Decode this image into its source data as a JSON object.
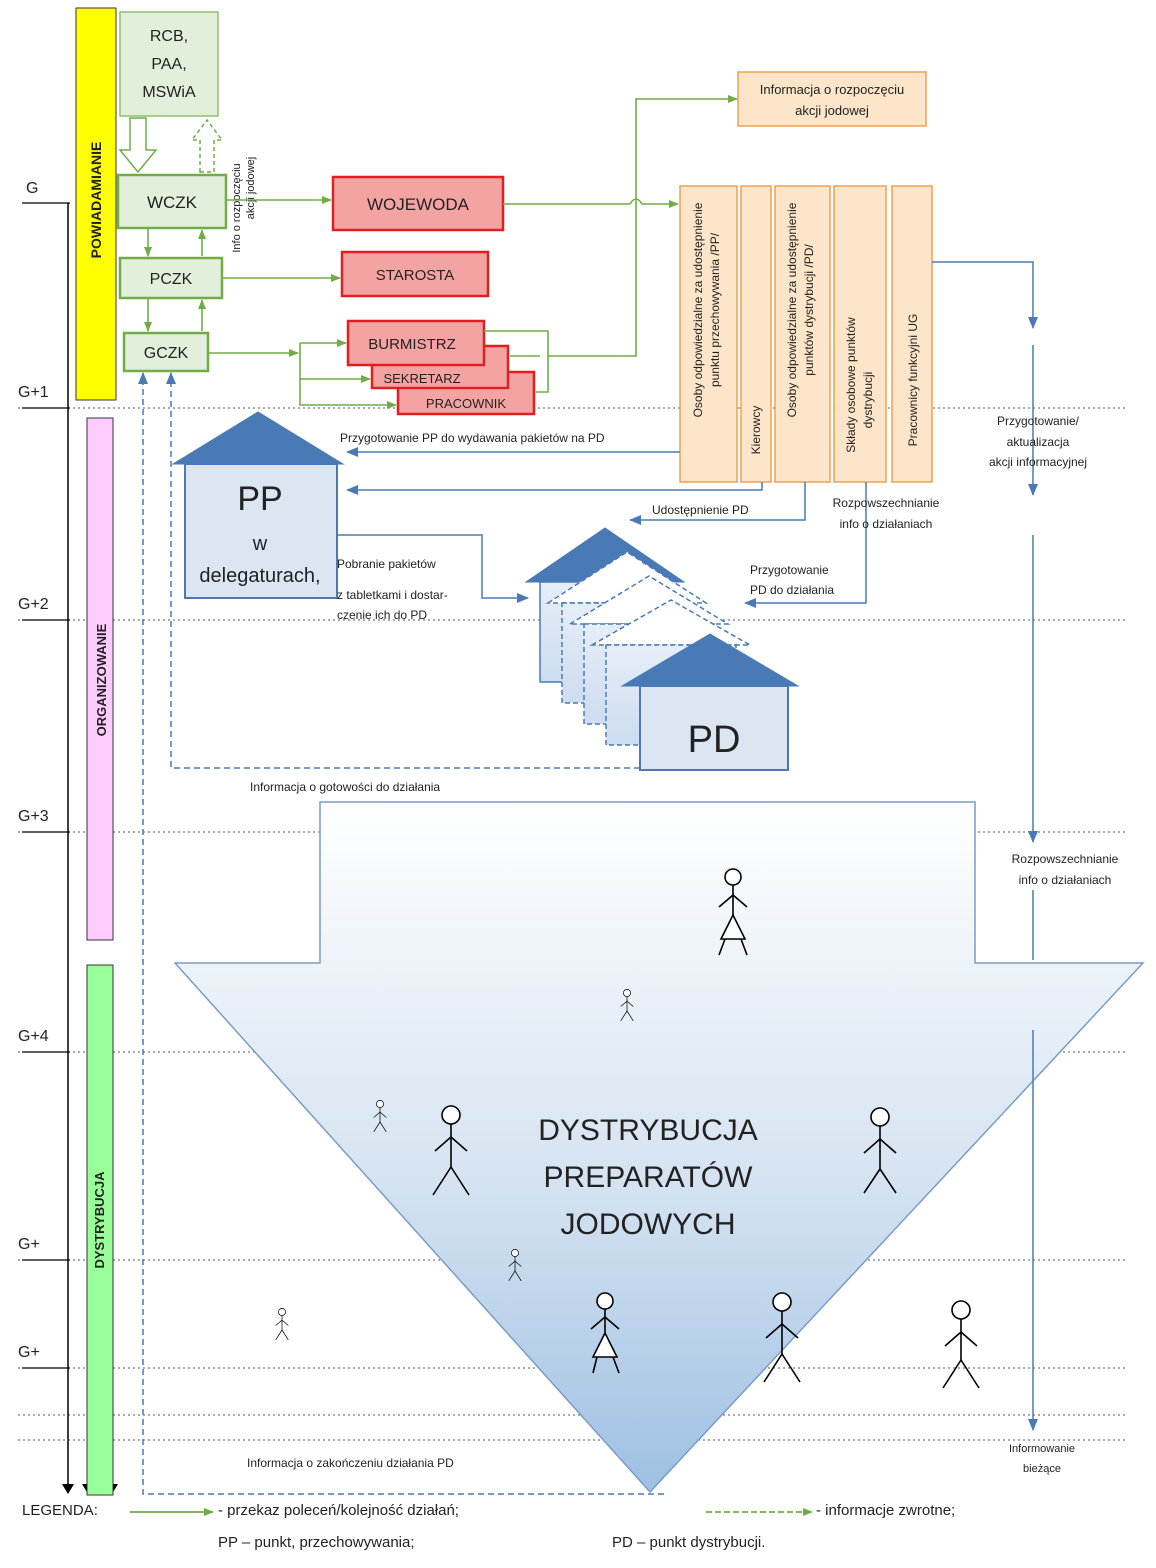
{
  "phases": {
    "notify": "POWIADAMIANIE",
    "organize": "ORGANIZOWANIE",
    "distribute": "DYSTRYBUCJA"
  },
  "time_marks": [
    "G",
    "G+1",
    "G+2",
    "G+3",
    "G+4",
    "G+",
    "G+"
  ],
  "sources": [
    "RCB,",
    "PAA,",
    "MSWiA"
  ],
  "centers": {
    "wczk": "WCZK",
    "pczk": "PCZK",
    "gczk": "GCZK"
  },
  "officials": {
    "wojewoda": "WOJEWODA",
    "starosta": "STAROSTA",
    "burmistrz": "BURMISTRZ",
    "sekretarz": "SEKRETARZ",
    "pracownik": "PRACOWNIK"
  },
  "info_start_vertical": [
    "Info o rozpoczęciu",
    "akcji jodowej"
  ],
  "info_start_box": [
    "Informacja o rozpoczęciu",
    "akcji jodowej"
  ],
  "columns": [
    [
      "Osoby odpowiedzialne za udostępnienie",
      "punktu przechowywania /PP/"
    ],
    [
      "Kierowcy"
    ],
    [
      "Osoby odpowiedzialne za udostępnienie",
      "punktów dystrybucji /PD/"
    ],
    [
      "Składy osobowe punktów",
      "dystrybucji"
    ],
    [
      "Pracownicy funkcyjni UG"
    ]
  ],
  "pp": {
    "title": "PP",
    "line2": "w",
    "line3": "delegaturach,"
  },
  "pd": {
    "title": "PD"
  },
  "labels": {
    "prep_pp": "Przygotowanie PP do wydawania pakietów na PD",
    "share_pd": "Udostępnienie PD",
    "spread_info_1": [
      "Rozpowszechnianie",
      "info o działaniach"
    ],
    "prep_pd": [
      "Przygotowanie",
      "PD do działania"
    ],
    "pickup": [
      "Pobranie pakietów",
      "z tabletkami i dostar-",
      "czenie ich do PD"
    ],
    "ready": "Informacja o gotowości do działania",
    "prep_campaign": [
      "Przygotowanie/",
      "aktualizacja",
      "akcji informacyjnej"
    ],
    "spread_info_2": [
      "Rozpowszechnianie",
      "info o działaniach"
    ],
    "end_info": "Informacja o zakończeniu działania PD",
    "current_info": [
      "Informowanie",
      "bieżące"
    ]
  },
  "big_arrow": [
    "DYSTRYBUCJA",
    "PREPARATÓW",
    "JODOWYCH"
  ],
  "legend": {
    "title": "LEGENDA:",
    "solid": "- przekaz poleceń/kolejność działań;",
    "dashed": "- informacje zwrotne;",
    "pp": "PP – punkt, przechowywania;",
    "pd": "PD – punkt dystrybucji."
  },
  "colors": {
    "notify_band": "#ffff00",
    "organize_band": "#ffccff",
    "distribute_band": "#99ff99",
    "green_arrow": "#70ad47",
    "blue_arrow": "#4a7ab5",
    "red_box": "#f4a3a3",
    "orange_box": "#fde5c9",
    "green_box": "#e2efda",
    "house_roof": "#4a7ab5",
    "house_body": "#dce6f2"
  }
}
